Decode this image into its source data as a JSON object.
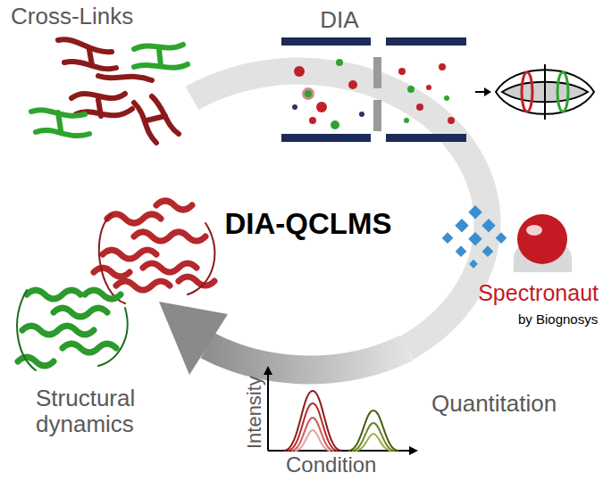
{
  "diagram": {
    "labels": [
      "Cross-Links",
      "DIA",
      "DIA-QCLMS",
      "Spectronaut",
      "by Biognosys",
      "Structural dynamics",
      "Quantitation",
      "Intensity",
      "Condition"
    ]
  }
}
